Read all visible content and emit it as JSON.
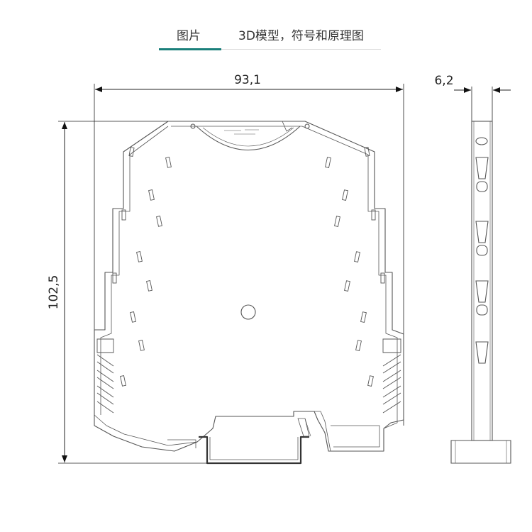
{
  "tabs": [
    {
      "label": "图片",
      "active": true
    },
    {
      "label": "3D模型，符号和原理图",
      "active": false
    }
  ],
  "accent_color": "#1a7f7a",
  "line_color": "#555555",
  "dimensions": {
    "width": "93,1",
    "height": "102,5",
    "depth": "6,2"
  }
}
